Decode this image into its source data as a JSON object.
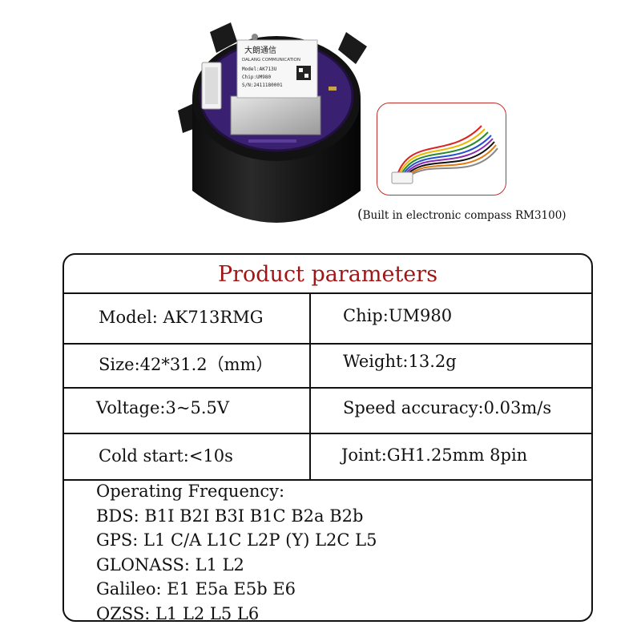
{
  "photo": {
    "chip_brand_cn": "大朗通信",
    "chip_brand_en": "DALANG COMMUNICATION",
    "chip_model": "Model:AK713U",
    "chip_chip": "Chip:UM980",
    "chip_sn": "S/N:2411180001",
    "colors": {
      "housing": "#1c1c1c",
      "board": "#3a2070",
      "shield": "#c9c9c9"
    }
  },
  "caption": {
    "open": "(",
    "text": "Built in electronic compass RM3100)"
  },
  "params": {
    "title": "Product parameters",
    "title_color": "#a31515",
    "rows": [
      {
        "left": "Model: AK713RMG",
        "right": "Chip:UM980"
      },
      {
        "left": "Size:42*31.2（mm）",
        "right": "Weight:13.2g"
      },
      {
        "left": "Voltage:3~5.5V",
        "right": "Speed accuracy:0.03m/s"
      },
      {
        "left": "Cold start:<10s",
        "right": "Joint:GH1.25mm 8pin"
      }
    ],
    "frequency": {
      "heading": "Operating Frequency:",
      "lines": [
        "BDS: B1I B2I B3I B1C B2a B2b",
        "GPS: L1 C/A L1C L2P (Y) L2C L5",
        "GLONASS: L1 L2",
        "Galileo: E1 E5a E5b E6",
        "QZSS: L1 L2 L5 L6"
      ]
    }
  }
}
